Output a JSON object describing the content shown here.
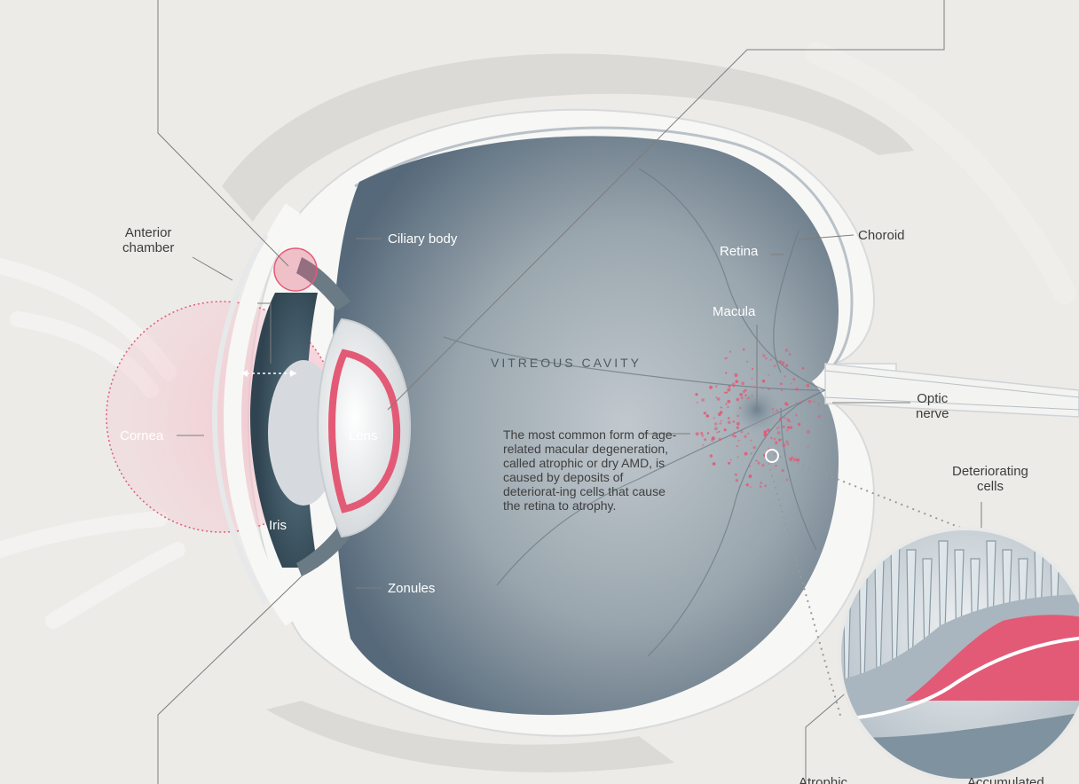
{
  "labels": {
    "anterior_chamber": "Anterior\nchamber",
    "ciliary_body": "Ciliary body",
    "cornea": "Cornea",
    "lens": "Lens",
    "iris": "Iris",
    "zonules": "Zonules",
    "vitreous_cavity": "VITREOUS CAVITY",
    "retina": "Retina",
    "choroid": "Choroid",
    "macula": "Macula",
    "optic_nerve": "Optic\nnerve",
    "deteriorating_cells": "Deteriorating\ncells",
    "atrophic": "Atrophic",
    "accumulated": "Accumulated"
  },
  "description": "The most common form of age-related macular degeneration, called atrophic or dry AMD, is caused by deposits of deteriorat-ing cells that cause the retina to atrophy.",
  "colors": {
    "background": "#ecebe8",
    "highlight_pink": "#e35a76",
    "vitreous": "#8a98a2",
    "sclera": "#f7f7f6",
    "iris": "#3e5664"
  }
}
